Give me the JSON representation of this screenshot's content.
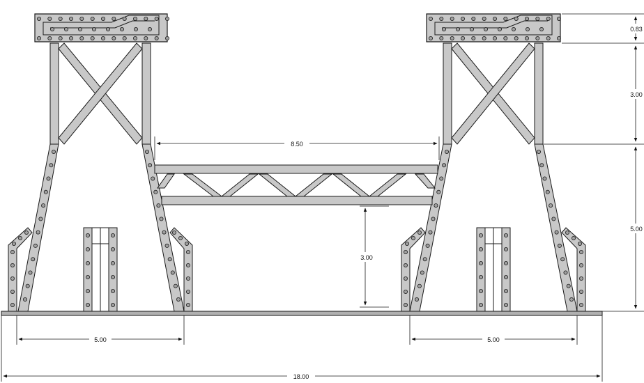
{
  "colors": {
    "steel": "#c8c8c8",
    "outline": "#1a1a1a",
    "rivet": "#a0a0a0",
    "background": "#ffffff",
    "ground": "#b0b0b0"
  },
  "dimensions": {
    "cap_height": "0.83",
    "tower_box_height": "3.00",
    "leg_height": "5.00",
    "truss_span": "8.50",
    "truss_clearance": "3.00",
    "left_base_width": "5.00",
    "right_base_width": "5.00",
    "overall_width": "18.00"
  }
}
